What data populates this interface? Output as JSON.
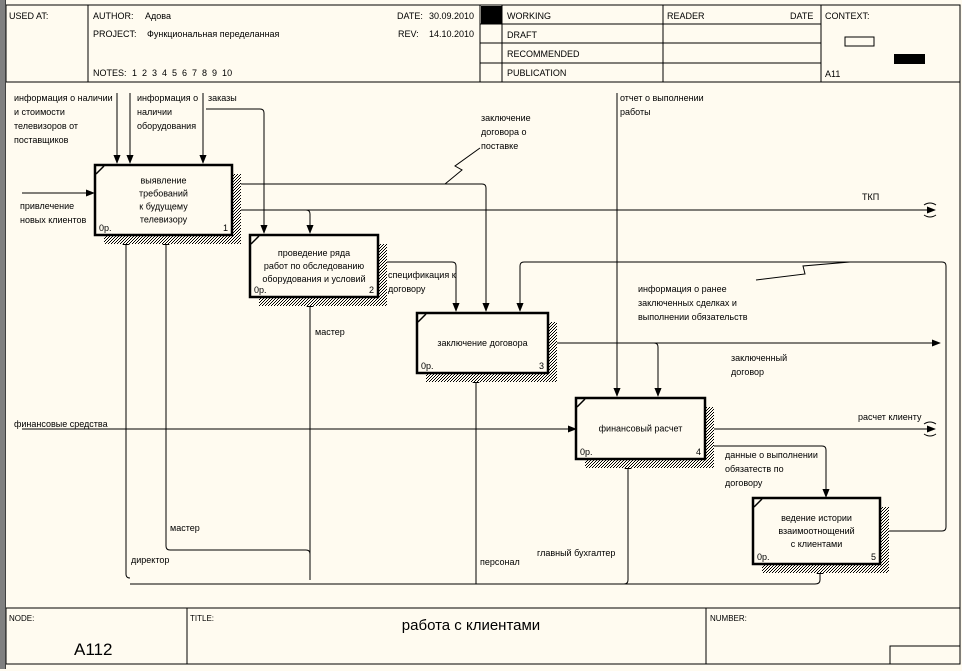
{
  "header": {
    "used_at_label": "USED AT:",
    "author_label": "AUTHOR:",
    "author": "Адова",
    "project_label": "PROJECT:",
    "project": "Функциональная переделанная",
    "date_label": "DATE:",
    "date": "30.09.2010",
    "rev_label": "REV:",
    "rev": "14.10.2010",
    "notes_label": "NOTES:",
    "notes": "1  2  3  4  5  6  7  8  9  10",
    "status": [
      "WORKING",
      "DRAFT",
      "RECOMMENDED",
      "PUBLICATION"
    ],
    "status_active": "WORKING",
    "reader_label": "READER",
    "reader_date_label": "DATE",
    "context_label": "CONTEXT:",
    "context_node": "A11"
  },
  "footer": {
    "node_label": "NODE:",
    "node": "A112",
    "title_label": "TITLE:",
    "title": "работа с клиентами",
    "number_label": "NUMBER:"
  },
  "boxes": [
    {
      "id": 1,
      "lines": [
        "выявление",
        "требований",
        "к будущему",
        "телевизору"
      ],
      "cost": "0р.",
      "number": "1"
    },
    {
      "id": 2,
      "lines": [
        "проведение ряда",
        "работ по обследованию",
        "оборудования и условий"
      ],
      "cost": "0р.",
      "number": "2"
    },
    {
      "id": 3,
      "lines": [
        "заключение договора"
      ],
      "cost": "0р.",
      "number": "3"
    },
    {
      "id": 4,
      "lines": [
        "финансовый расчет"
      ],
      "cost": "0р.",
      "number": "4"
    },
    {
      "id": 5,
      "lines": [
        "ведение истории",
        "взаимоотнощений",
        "с клиентами"
      ],
      "cost": "0р.",
      "number": "5"
    }
  ],
  "arrows": {
    "info_tv": [
      "информация о наличии",
      "и стоимости",
      "телевизоров от",
      "поставщиков"
    ],
    "info_equipment": [
      "информация о",
      "наличии",
      "оборудования"
    ],
    "orders": [
      "заказы"
    ],
    "new_clients": [
      "привлечение",
      "новых клиентов"
    ],
    "supply_contract": [
      "заключение",
      "договора о",
      "поставке"
    ],
    "work_report": [
      "отчет о выполнении",
      "работы"
    ],
    "tkp": [
      "ТКП"
    ],
    "spec": [
      "спецификация к",
      "договору"
    ],
    "prior_deals": [
      "информация о ранее",
      "заключенных сделках и",
      "выполнении обязательств"
    ],
    "master1": [
      "мастер"
    ],
    "signed_contract": [
      "заключенный",
      "договор"
    ],
    "finance": [
      "финансовые средства"
    ],
    "client_payment": [
      "расчет клиенту"
    ],
    "obligations": [
      "данные о выполнении",
      "обязатеств по",
      "договору"
    ],
    "master2": [
      "мастер"
    ],
    "director": [
      "директор"
    ],
    "personnel": [
      "персонал"
    ],
    "chief_accountant": [
      "главный бухгалтер"
    ]
  }
}
